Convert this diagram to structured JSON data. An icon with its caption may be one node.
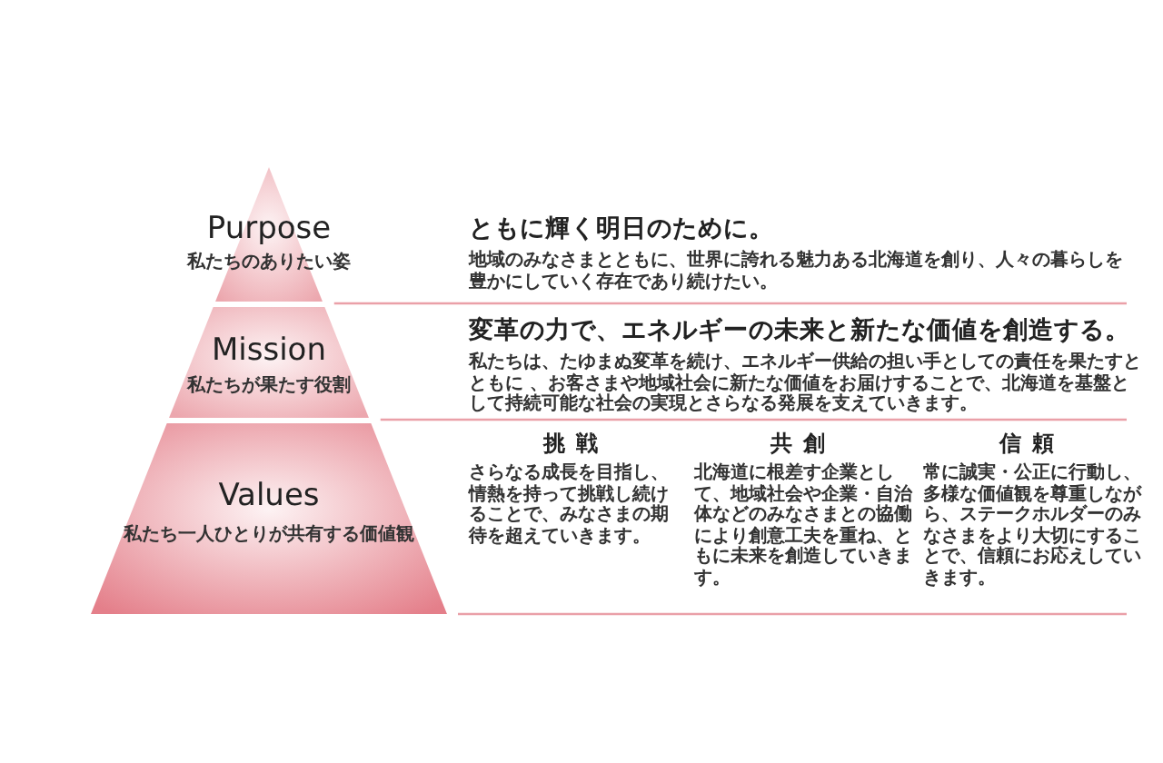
{
  "diagram": {
    "nodes": [
      {
        "text": [
          "Purpose",
          "私たちのありたい姿"
        ]
      },
      {
        "text": [
          "Mission",
          "私たちが果たす役割"
        ]
      },
      {
        "text": [
          "Values",
          "私たち一人ひとりが共有する価値観"
        ]
      },
      {
        "text": [
          "ともに輝く明日のために。",
          "地域のみなさまとともに、世界に誇れる魅力ある北海道を創り、人々の暮らしを豊かにしていく存在であり続けたい。"
        ]
      },
      {
        "text": [
          "変革の力で、エネルギーの未来と新たな価値を創造する。",
          "私たちは、たゆまぬ変革を続け、エネルギー供給の担い手としての責任を果たすとともに 、お客さまや地域社会に新たな価値をお届けすることで、北海道を基盤として持続可能な社会の実現とさらなる発展を支えていきます。"
        ]
      },
      {
        "text": [
          "挑戦",
          "さらなる成長を目指し、情熱を持って挑戦し続けることで、みなさまの期待を超えていきます。"
        ]
      },
      {
        "text": [
          "共創",
          "北海道に根差す企業として、地域社会や企業・自治体などのみなさまとの協働により創意工夫を重ね、ともに未来を創造していきます。"
        ]
      },
      {
        "text": [
          "信頼",
          "常に誠実・公正に行動し、多様な価値観を尊重しながら、ステークホルダーのみなさまをより大切にすることで、信頼にお応えしていきます。"
        ]
      }
    ]
  }
}
